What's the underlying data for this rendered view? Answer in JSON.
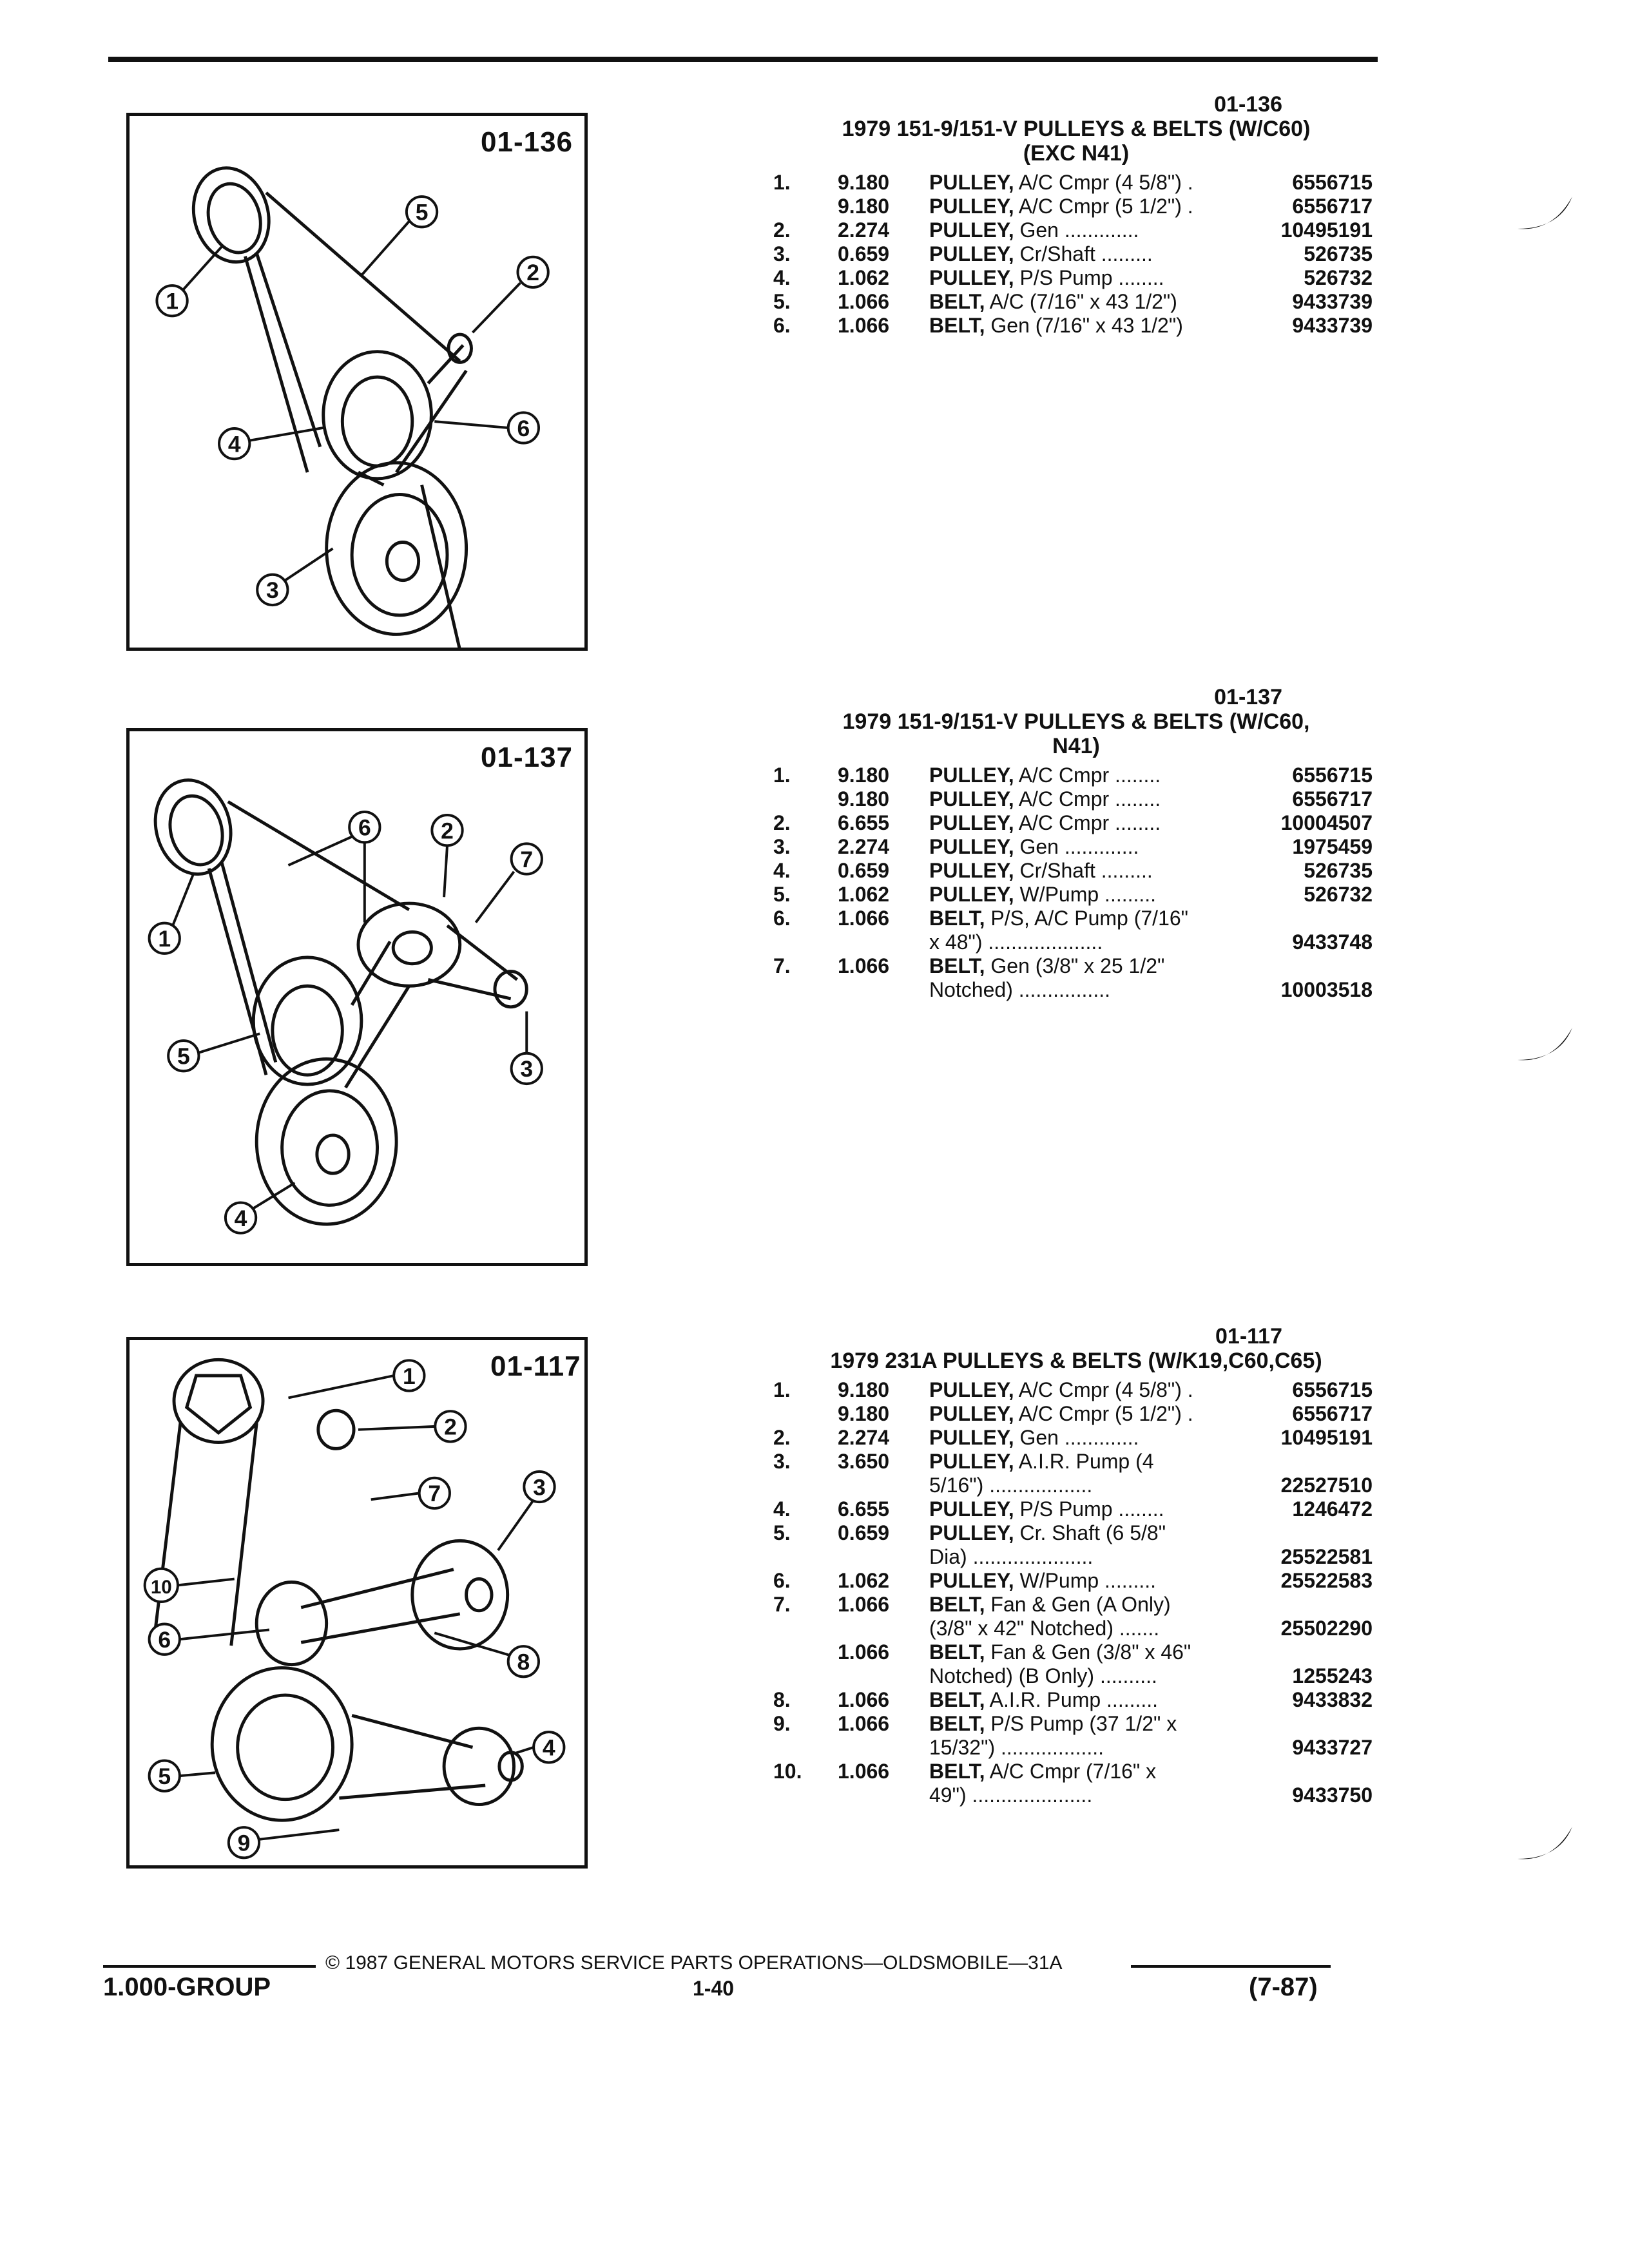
{
  "sections": [
    {
      "code": "01-136",
      "figure_code": "01-136",
      "title": "1979 151-9/151-V PULLEYS & BELTS (W/C60)\n(EXC N41)",
      "rows": [
        {
          "num": "1.",
          "code": "9.180",
          "desc_b": "PULLEY,",
          "desc": " A/C Cmpr (4 5/8\") .",
          "part": "6556715"
        },
        {
          "num": "",
          "code": "9.180",
          "desc_b": "PULLEY,",
          "desc": " A/C Cmpr (5 1/2\") .",
          "part": "6556717"
        },
        {
          "num": "2.",
          "code": "2.274",
          "desc_b": "PULLEY,",
          "desc": " Gen .............",
          "part": "10495191"
        },
        {
          "num": "3.",
          "code": "0.659",
          "desc_b": "PULLEY,",
          "desc": " Cr/Shaft .........",
          "part": "526735"
        },
        {
          "num": "4.",
          "code": "1.062",
          "desc_b": "PULLEY,",
          "desc": " P/S Pump ........",
          "part": "526732"
        },
        {
          "num": "5.",
          "code": "1.066",
          "desc_b": "BELT,",
          "desc": " A/C (7/16\" x 43 1/2\")",
          "part": "9433739"
        },
        {
          "num": "6.",
          "code": "1.066",
          "desc_b": "BELT,",
          "desc": " Gen (7/16\" x 43 1/2\")",
          "part": "9433739"
        }
      ]
    },
    {
      "code": "01-137",
      "figure_code": "01-137",
      "title": "1979 151-9/151-V PULLEYS & BELTS (W/C60,\nN41)",
      "rows": [
        {
          "num": "1.",
          "code": "9.180",
          "desc_b": "PULLEY,",
          "desc": " A/C Cmpr ........",
          "part": "6556715"
        },
        {
          "num": "",
          "code": "9.180",
          "desc_b": "PULLEY,",
          "desc": " A/C Cmpr ........",
          "part": "6556717"
        },
        {
          "num": "2.",
          "code": "6.655",
          "desc_b": "PULLEY,",
          "desc": " A/C Cmpr ........",
          "part": "10004507"
        },
        {
          "num": "3.",
          "code": "2.274",
          "desc_b": "PULLEY,",
          "desc": " Gen .............",
          "part": "1975459"
        },
        {
          "num": "4.",
          "code": "0.659",
          "desc_b": "PULLEY,",
          "desc": " Cr/Shaft .........",
          "part": "526735"
        },
        {
          "num": "5.",
          "code": "1.062",
          "desc_b": "PULLEY,",
          "desc": " W/Pump .........",
          "part": "526732"
        },
        {
          "num": "6.",
          "code": "1.066",
          "desc_b": "BELT,",
          "desc": " P/S, A/C Pump (7/16\"",
          "part": ""
        },
        {
          "num": "",
          "code": "",
          "desc_b": "",
          "desc": "x 48\") ....................",
          "part": "9433748"
        },
        {
          "num": "7.",
          "code": "1.066",
          "desc_b": "BELT,",
          "desc": " Gen (3/8\" x 25 1/2\"",
          "part": ""
        },
        {
          "num": "",
          "code": "",
          "desc_b": "",
          "desc": "Notched) ................",
          "part": "10003518"
        }
      ]
    },
    {
      "code": "01-117",
      "figure_code": "01-117",
      "title": "1979 231A PULLEYS & BELTS (W/K19,C60,C65)",
      "rows": [
        {
          "num": "1.",
          "code": "9.180",
          "desc_b": "PULLEY,",
          "desc": " A/C Cmpr (4 5/8\") .",
          "part": "6556715"
        },
        {
          "num": "",
          "code": "9.180",
          "desc_b": "PULLEY,",
          "desc": " A/C Cmpr (5 1/2\") .",
          "part": "6556717"
        },
        {
          "num": "2.",
          "code": "2.274",
          "desc_b": "PULLEY,",
          "desc": " Gen .............",
          "part": "10495191"
        },
        {
          "num": "3.",
          "code": "3.650",
          "desc_b": "PULLEY,",
          "desc": " A.I.R. Pump (4",
          "part": ""
        },
        {
          "num": "",
          "code": "",
          "desc_b": "",
          "desc": "5/16\") ..................",
          "part": "22527510"
        },
        {
          "num": "4.",
          "code": "6.655",
          "desc_b": "PULLEY,",
          "desc": " P/S Pump ........",
          "part": "1246472"
        },
        {
          "num": "5.",
          "code": "0.659",
          "desc_b": "PULLEY,",
          "desc": " Cr. Shaft (6 5/8\"",
          "part": ""
        },
        {
          "num": "",
          "code": "",
          "desc_b": "",
          "desc": "Dia) .....................",
          "part": "25522581"
        },
        {
          "num": "6.",
          "code": "1.062",
          "desc_b": "PULLEY,",
          "desc": " W/Pump .........",
          "part": "25522583"
        },
        {
          "num": "7.",
          "code": "1.066",
          "desc_b": "BELT,",
          "desc": " Fan & Gen (A Only)",
          "part": ""
        },
        {
          "num": "",
          "code": "",
          "desc_b": "",
          "desc": "(3/8\" x 42\" Notched) .......",
          "part": "25502290"
        },
        {
          "num": "",
          "code": "1.066",
          "desc_b": "BELT,",
          "desc": " Fan & Gen (3/8\" x 46\"",
          "part": ""
        },
        {
          "num": "",
          "code": "",
          "desc_b": "",
          "desc": "Notched) (B Only) ..........",
          "part": "1255243"
        },
        {
          "num": "8.",
          "code": "1.066",
          "desc_b": "BELT,",
          "desc": " A.I.R. Pump .........",
          "part": "9433832"
        },
        {
          "num": "9.",
          "code": "1.066",
          "desc_b": "BELT,",
          "desc": " P/S Pump (37 1/2\" x",
          "part": ""
        },
        {
          "num": "",
          "code": "",
          "desc_b": "",
          "desc": "15/32\") ..................",
          "part": "9433727"
        },
        {
          "num": "10.",
          "code": "1.066",
          "desc_b": "BELT,",
          "desc": " A/C Cmpr (7/16\" x",
          "part": ""
        },
        {
          "num": "",
          "code": "",
          "desc_b": "",
          "desc": "49\") .....................",
          "part": "9433750"
        }
      ]
    }
  ],
  "callouts": {
    "fig1": [
      "1",
      "2",
      "3",
      "4",
      "5",
      "6"
    ],
    "fig2": [
      "1",
      "2",
      "3",
      "4",
      "5",
      "6",
      "7"
    ],
    "fig3": [
      "1",
      "2",
      "3",
      "4",
      "5",
      "6",
      "7",
      "8",
      "9",
      "10"
    ]
  },
  "footer": {
    "copyright": "© 1987 GENERAL MOTORS SERVICE PARTS OPERATIONS—OLDSMOBILE—31A",
    "group": "1.000-GROUP",
    "page": "1-40",
    "date": "(7-87)"
  }
}
